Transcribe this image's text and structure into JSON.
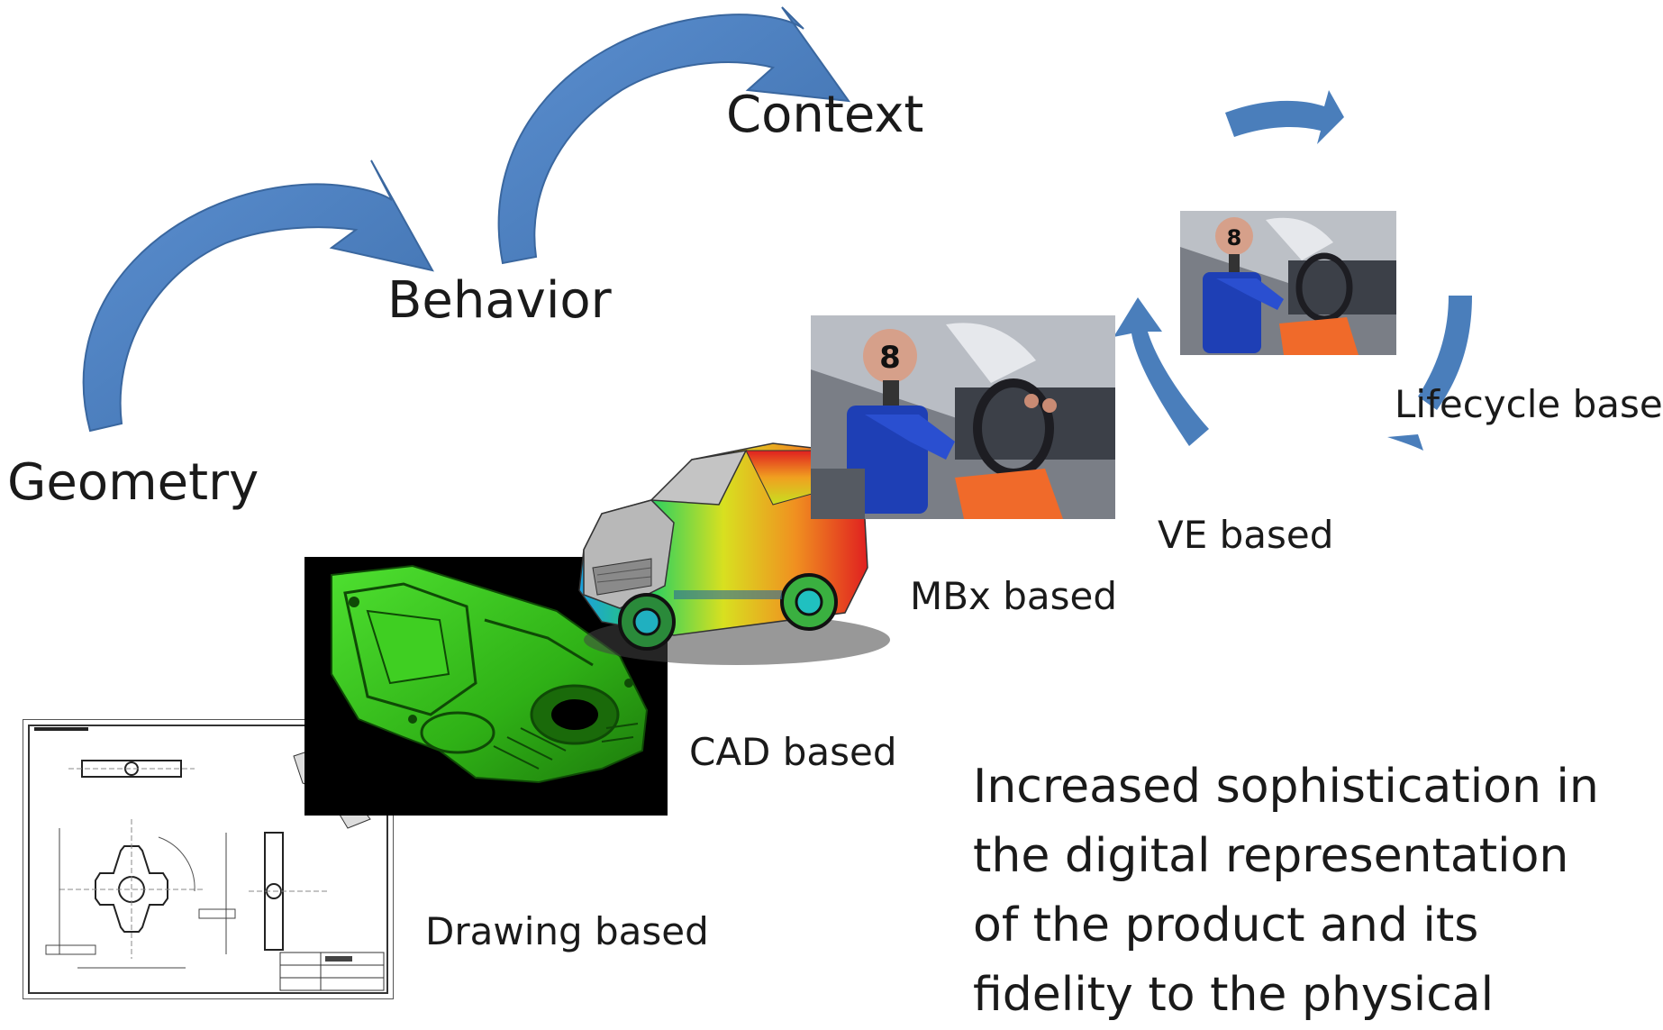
{
  "levels": {
    "geometry": "Geometry",
    "behavior": "Behavior",
    "context": "Context"
  },
  "stages": {
    "drawing": "Drawing based",
    "cad": "CAD based",
    "mbx": "MBx based",
    "ve": "VE based",
    "lifecycle": "Lifecycle based"
  },
  "statement": "Increased sophistication in the digital representation of the product and its fidelity to the physical",
  "photo_badge": "8",
  "colors": {
    "arrow": "#4a7ebb",
    "arrow_dark": "#2f5a8f",
    "cad_green": "#36c21c",
    "dummy_blue": "#1e3fb5",
    "orange": "#f06a2a"
  }
}
